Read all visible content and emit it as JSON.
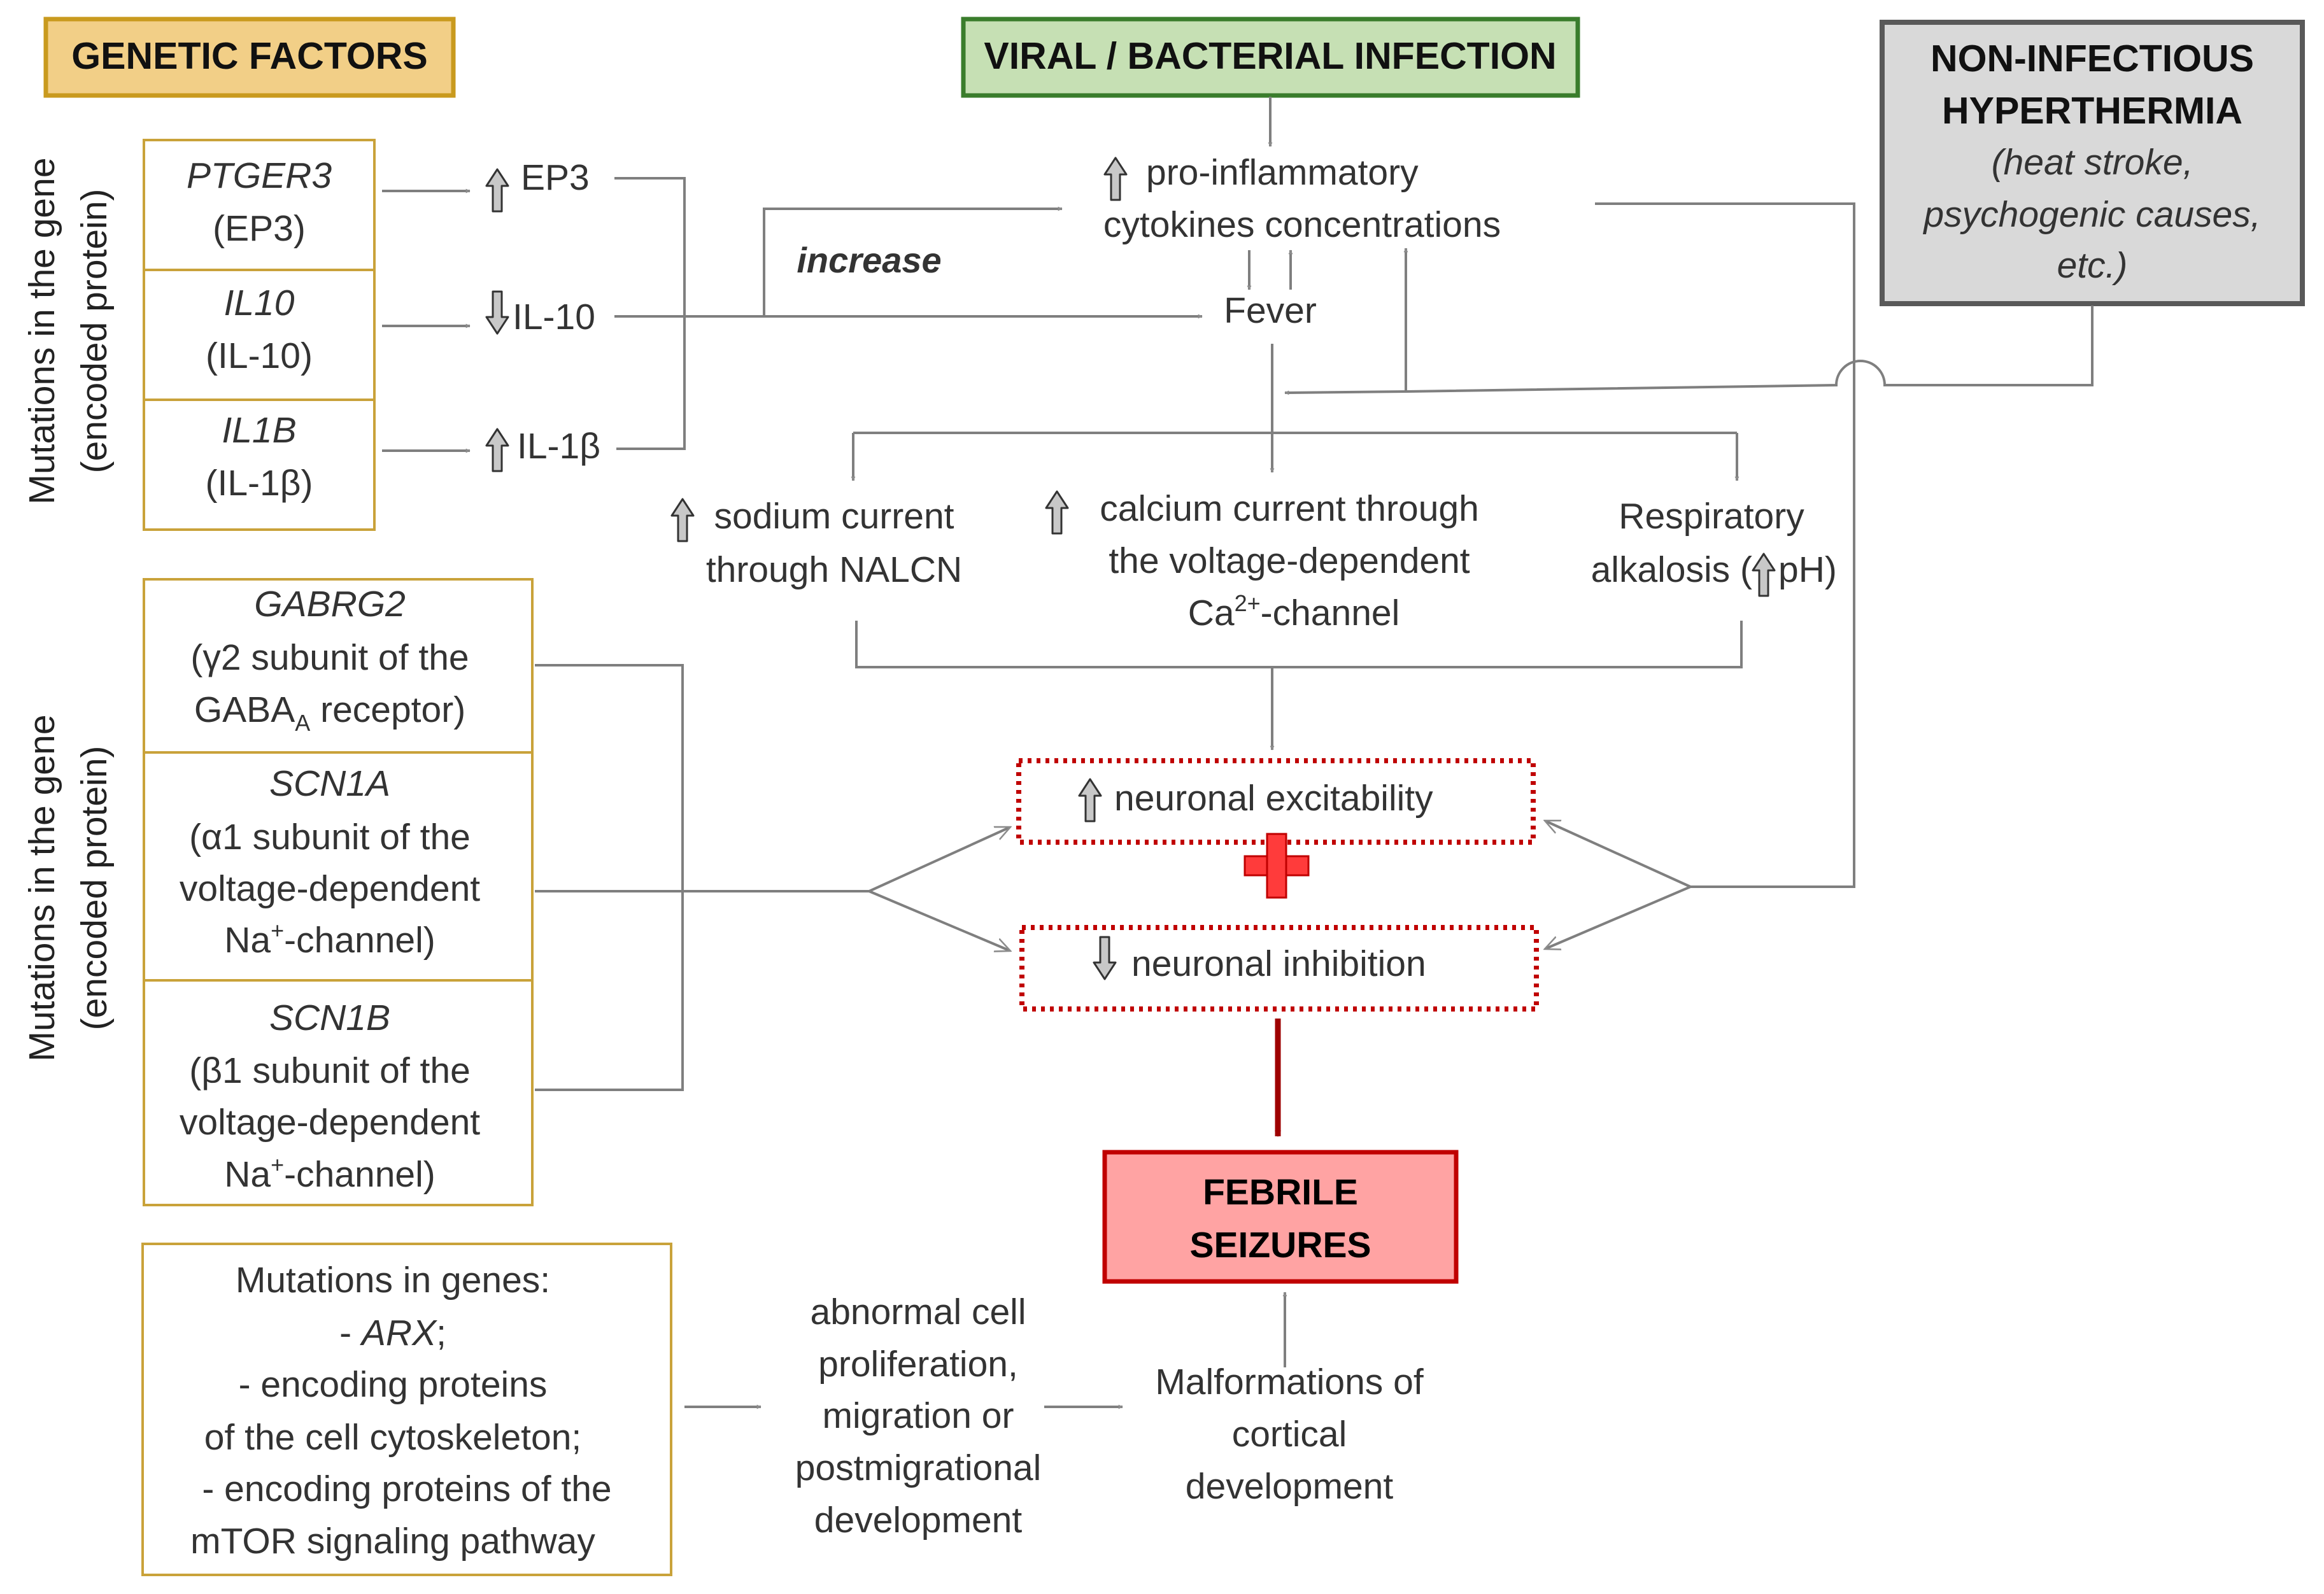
{
  "colors": {
    "genetic_fill": "#f2cf87",
    "genetic_border": "#c99a1e",
    "infection_fill": "#c6e0b4",
    "infection_border": "#3a7d2c",
    "noninf_fill": "#d9d9d9",
    "noninf_border": "#595959",
    "gene_box_border": "#c9a23a",
    "seizure_fill": "#ffa3a3",
    "seizure_border": "#c00000",
    "dotted_border": "#c00000",
    "plus": "#ff3b3b",
    "increase_text": "#e46c0a",
    "arrow_gray": "#8c8c8c",
    "final_arrow": "#9e0000"
  },
  "headers": {
    "genetic": "GENETIC FACTORS",
    "infection": "VIRAL / BACTERIAL INFECTION",
    "noninf_line1": "NON-INFECTIOUS",
    "noninf_line2": "HYPERTHERMIA",
    "noninf_line3": "(heat stroke,",
    "noninf_line4": "psychogenic causes,",
    "noninf_line5": "etc.)"
  },
  "side_labels": {
    "top_line1": "Mutations in the gene",
    "top_line2": "(encoded protein)",
    "mid_line1": "Mutations in the gene",
    "mid_line2": "(encoded protein)"
  },
  "genes_top": [
    {
      "gene": "PTGER3",
      "protein": "(EP3)",
      "arrow": "up",
      "effect": "EP3"
    },
    {
      "gene": "IL10",
      "protein": "(IL-10)",
      "arrow": "down",
      "effect": "IL-10"
    },
    {
      "gene": "IL1B",
      "protein": "(IL-1β)",
      "arrow": "up",
      "effect": "IL-1β"
    }
  ],
  "genes_mid": [
    {
      "gene": "GABRG2",
      "line1": "(γ2 subunit of the",
      "line2_main": "GABA",
      "line2_sub": "A",
      "line2_rest": " receptor)"
    },
    {
      "gene": "SCN1A",
      "line1": "(α1 subunit of the",
      "line2": "voltage-dependent",
      "line3_main": "Na",
      "line3_sup": "+",
      "line3_rest": "-channel)"
    },
    {
      "gene": "SCN1B",
      "line1": "(β1 subunit of the",
      "line2": "voltage-dependent",
      "line3_main": "Na",
      "line3_sup": "+",
      "line3_rest": "-channel)"
    }
  ],
  "bottom_box": {
    "line1": "Mutations in genes:",
    "line2_prefix": "- ",
    "line2_italic": "ARX",
    "line2_suffix": ";",
    "line3": "- encoding proteins",
    "line4": "of the cell cytoskeleton;",
    "line5": "- encoding proteins of the",
    "line6": "mTOR signaling pathway"
  },
  "cytokines": {
    "line1": "pro-inflammatory",
    "line2": "cytokines concentrations"
  },
  "increase_label": "increase",
  "fever": "Fever",
  "sodium": {
    "line1": "sodium current",
    "line2": "through NALCN"
  },
  "calcium": {
    "line1": "calcium current through",
    "line2": "the voltage-dependent",
    "line3_main": "Ca",
    "line3_sup": "2+",
    "line3_rest": "-channel"
  },
  "respiratory": {
    "line1": "Respiratory",
    "line2_prefix": "alkalosis (",
    "line2_suffix": "pH)"
  },
  "excitability": "neuronal excitability",
  "inhibition": "neuronal inhibition",
  "seizures": {
    "line1": "FEBRILE",
    "line2": "SEIZURES"
  },
  "abnormal": {
    "line1": "abnormal cell",
    "line2": "proliferation,",
    "line3": "migration or",
    "line4": "postmigrational",
    "line5": "development"
  },
  "malformations": {
    "line1": "Malformations of",
    "line2": "cortical",
    "line3": "development"
  }
}
